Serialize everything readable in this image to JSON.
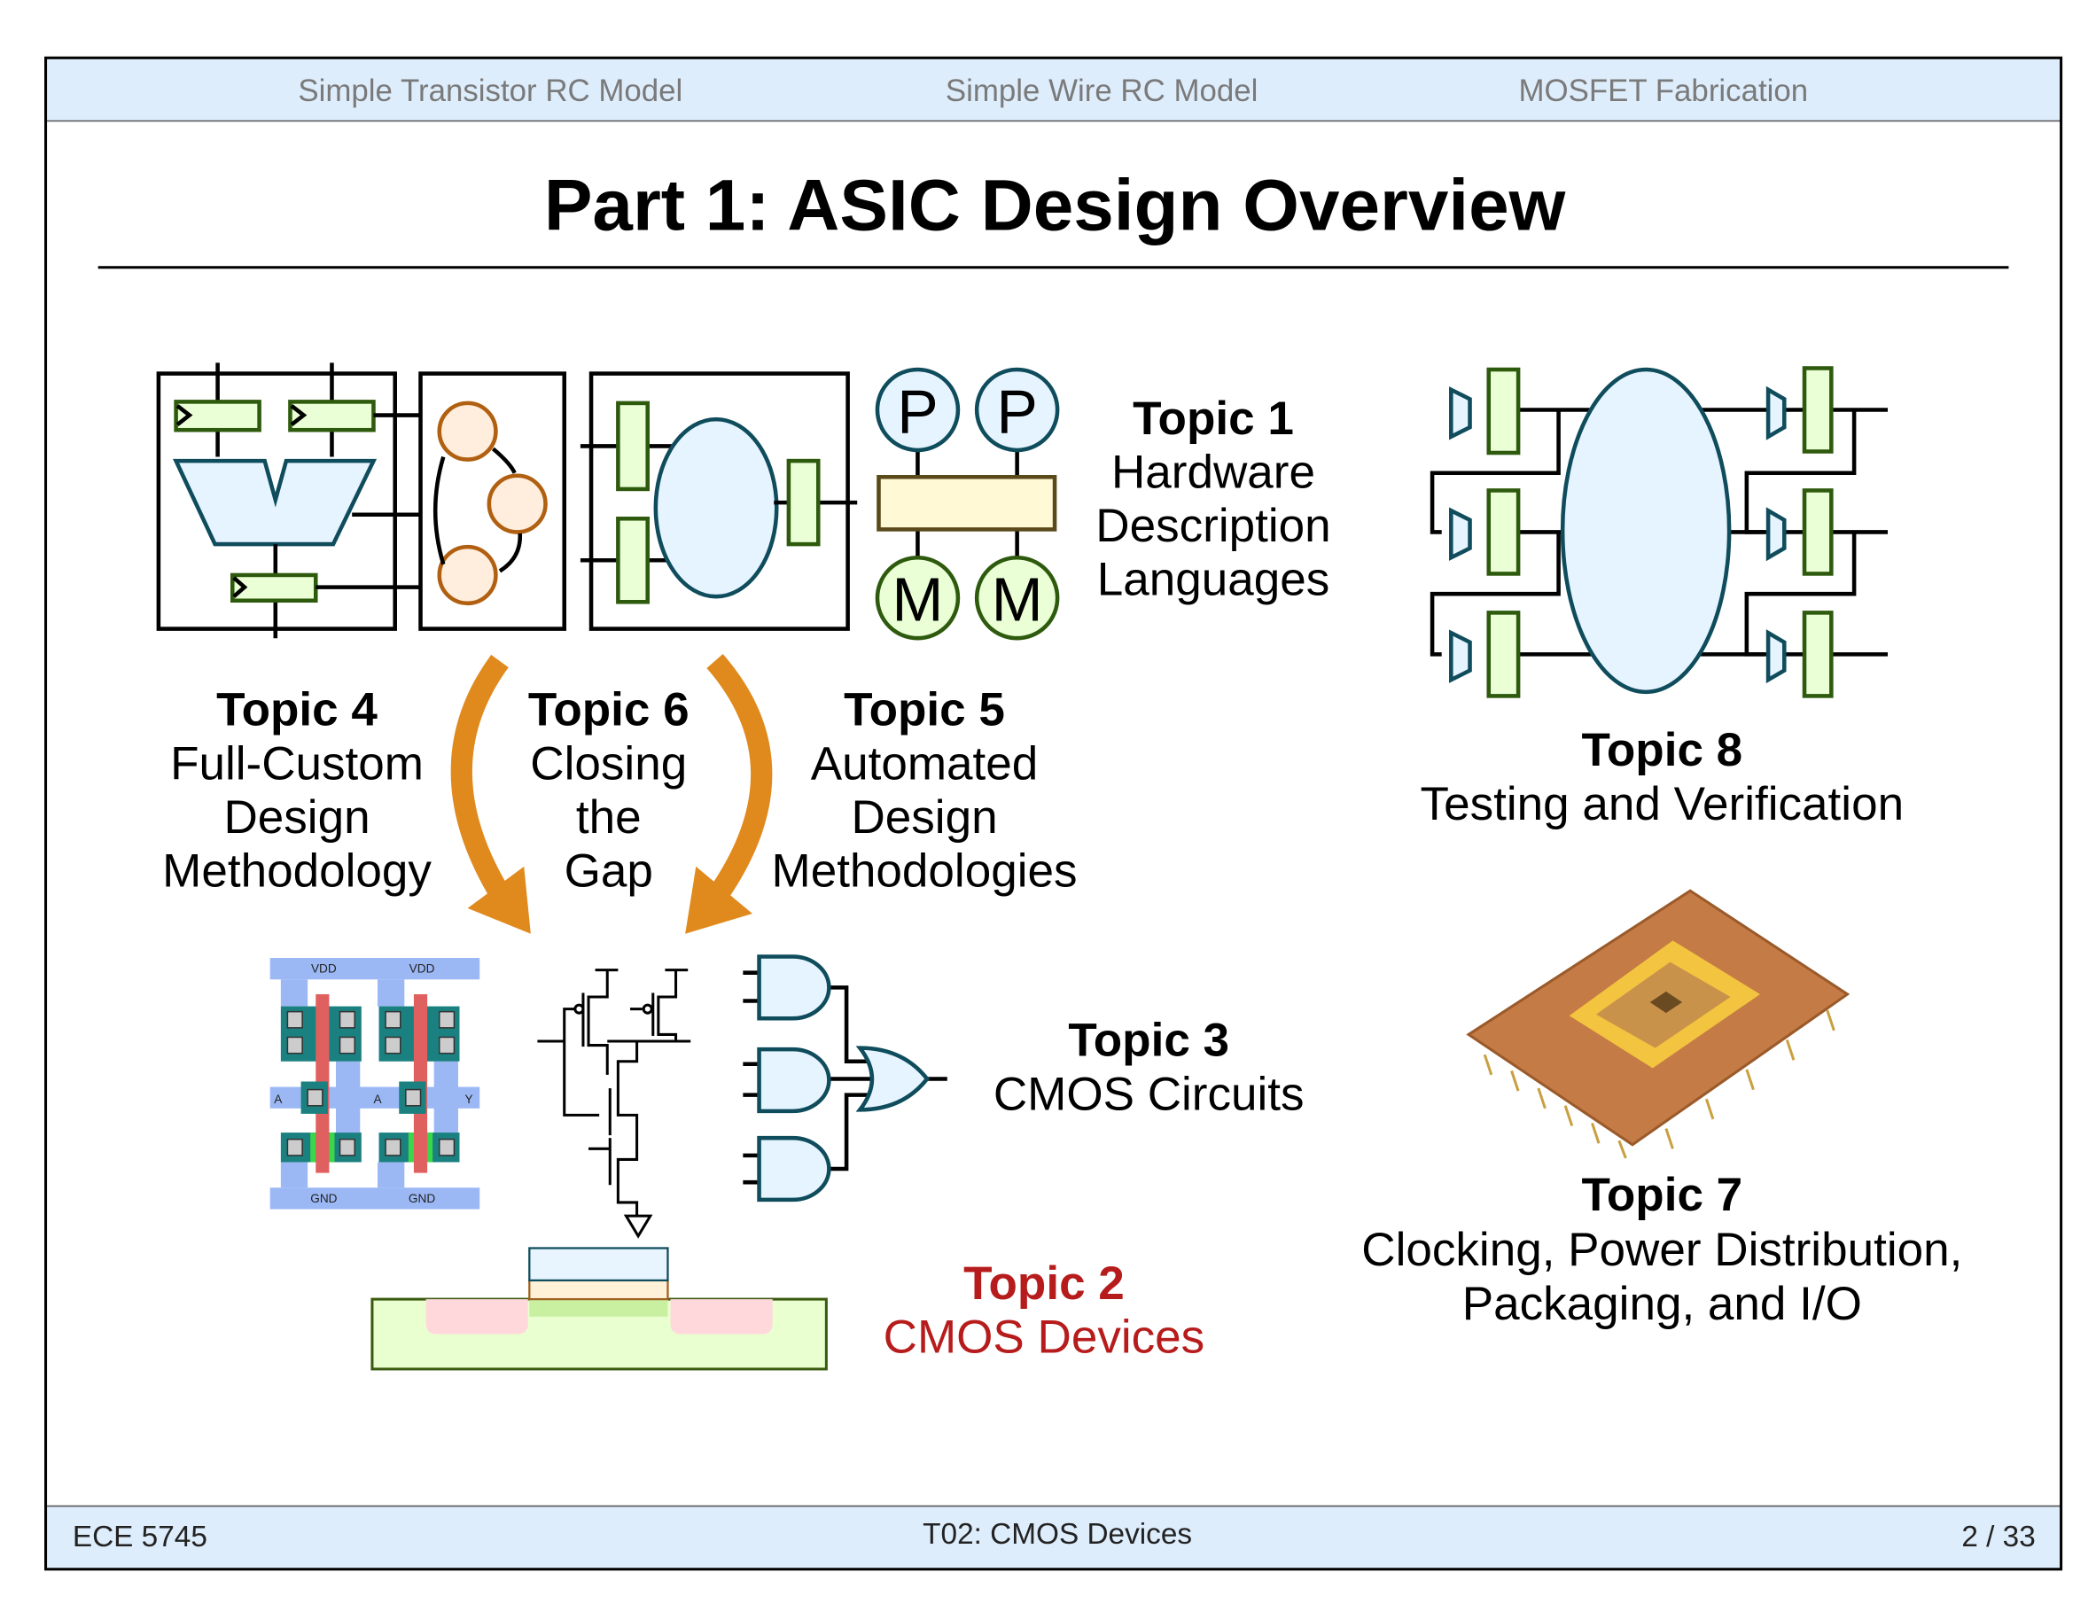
{
  "header": {
    "sections": [
      "Simple Transistor RC Model",
      "Simple Wire RC Model",
      "MOSFET Fabrication"
    ]
  },
  "title": "Part 1: ASIC Design Overview",
  "topics": {
    "t1": {
      "label": "Topic 1",
      "lines": [
        "Hardware",
        "Description",
        "Languages"
      ]
    },
    "t2": {
      "label": "Topic 2",
      "lines": [
        "CMOS Devices"
      ]
    },
    "t3": {
      "label": "Topic 3",
      "lines": [
        "CMOS Circuits"
      ]
    },
    "t4": {
      "label": "Topic 4",
      "lines": [
        "Full-Custom",
        "Design",
        "Methodology"
      ]
    },
    "t5": {
      "label": "Topic 5",
      "lines": [
        "Automated",
        "Design",
        "Methodologies"
      ]
    },
    "t6": {
      "label": "Topic 6",
      "lines": [
        "Closing",
        "the",
        "Gap"
      ]
    },
    "t7": {
      "label": "Topic 7",
      "lines": [
        "Clocking, Power Distribution,",
        "Packaging, and I/O"
      ]
    },
    "t8": {
      "label": "Topic 8",
      "lines": [
        "Testing and Verification"
      ]
    }
  },
  "figures": {
    "processor_labels": [
      "P",
      "P",
      "M",
      "M"
    ],
    "layout_labels": {
      "vdd": "VDD",
      "gnd": "GND",
      "a": "A",
      "a2": "A",
      "y": "Y"
    }
  },
  "footer": {
    "left": "ECE 5745",
    "center": "T02: CMOS Devices",
    "right": "2 / 33"
  },
  "colors": {
    "header_bg": "#deedfc",
    "highlight": "#b71c1c",
    "arrow": "#e08a1e"
  }
}
